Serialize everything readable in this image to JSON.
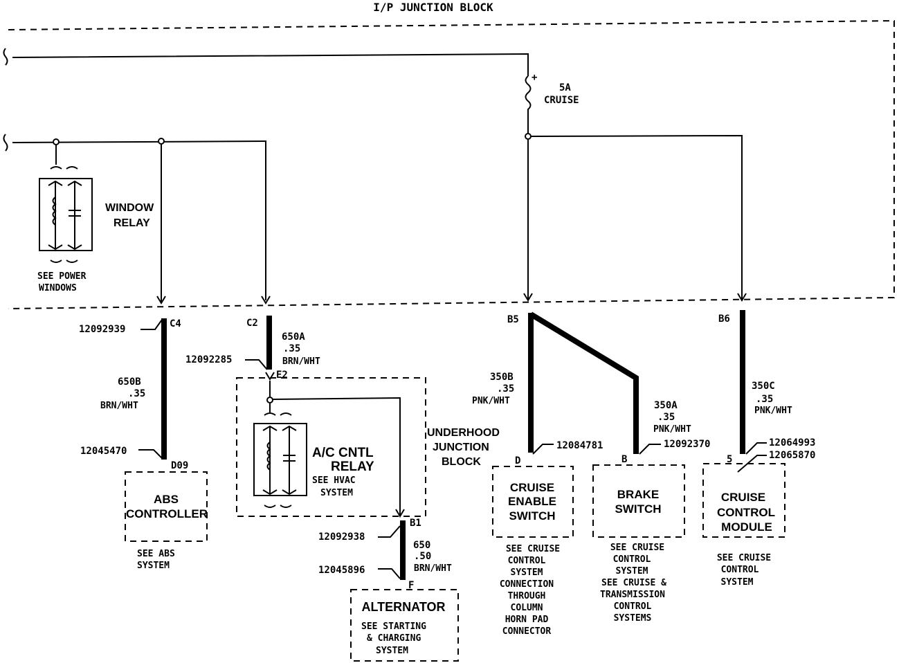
{
  "title": "I/P JUNCTION BLOCK",
  "fuse": {
    "rating": "5A",
    "name": "CRUISE",
    "polarity": "+"
  },
  "window_relay": {
    "line1": "WINDOW",
    "line2": "RELAY",
    "note1": "SEE POWER",
    "note2": "WINDOWS"
  },
  "underhood": {
    "line1": "UNDERHOOD",
    "line2": "JUNCTION",
    "line3": "BLOCK"
  },
  "ac_relay": {
    "line1": "A/C CNTL",
    "line2": "RELAY",
    "note1": "SEE  HVAC",
    "note2": "SYSTEM"
  },
  "connectors": {
    "c4": "C4",
    "c2": "C2",
    "e2": "E2",
    "b1": "B1",
    "f": "F",
    "b5": "B5",
    "b6": "B6",
    "d09": "D09",
    "pin_d": "D",
    "pin_b": "B",
    "pin_5": "5"
  },
  "part_numbers": {
    "p12092939": "12092939",
    "p12092285": "12092285",
    "p12045470": "12045470",
    "p12092938": "12092938",
    "p12045896": "12045896",
    "p12084781": "12084781",
    "p12092370": "12092370",
    "p12064993": "12064993",
    "p12065870": "12065870"
  },
  "wires": {
    "w650a": {
      "circuit": "650A",
      "gauge": ".35",
      "color": "BRN/WHT"
    },
    "w650b": {
      "circuit": "650B",
      "gauge": ".35",
      "color": "BRN/WHT"
    },
    "w650": {
      "circuit": "650",
      "gauge": ".50",
      "color": "BRN/WHT"
    },
    "w350b": {
      "circuit": "350B",
      "gauge": ".35",
      "color": "PNK/WHT"
    },
    "w350a": {
      "circuit": "350A",
      "gauge": ".35",
      "color": "PNK/WHT"
    },
    "w350c": {
      "circuit": "350C",
      "gauge": ".35",
      "color": "PNK/WHT"
    }
  },
  "components": {
    "abs": {
      "line1": "ABS",
      "line2": "CONTROLLER",
      "note1": "SEE ABS",
      "note2": "SYSTEM"
    },
    "alternator": {
      "line1": "ALTERNATOR",
      "note1": "SEE STARTING",
      "note2": "& CHARGING",
      "note3": "SYSTEM"
    },
    "cruise_enable": {
      "line1": "CRUISE",
      "line2": "ENABLE",
      "line3": "SWITCH",
      "notes": [
        "SEE CRUISE",
        "CONTROL",
        "SYSTEM",
        "CONNECTION",
        "THROUGH",
        "COLUMN",
        "HORN PAD",
        "CONNECTOR"
      ]
    },
    "brake": {
      "line1": "BRAKE",
      "line2": "SWITCH",
      "notes": [
        "SEE CRUISE",
        "CONTROL",
        "SYSTEM",
        "SEE CRUISE &",
        "TRANSMISSION",
        "CONTROL",
        "SYSTEMS"
      ]
    },
    "cruise_module": {
      "line1": "CRUISE",
      "line2": "CONTROL",
      "line3": "MODULE",
      "notes": [
        "SEE CRUISE",
        "CONTROL",
        "SYSTEM"
      ]
    }
  }
}
